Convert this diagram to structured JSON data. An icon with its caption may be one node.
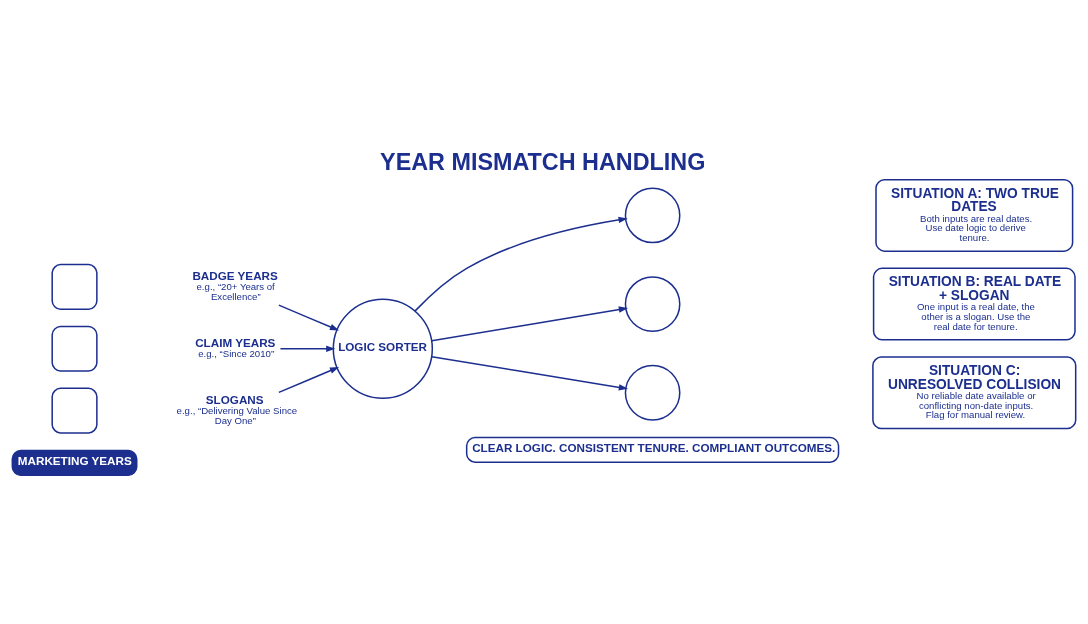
{
  "diagram": {
    "title": "YEAR MISMATCH HANDLING",
    "nodes": [
      {
        "text": [
          "MARKETING YEARS"
        ]
      },
      {
        "text": [],
        "shape": "box"
      },
      {
        "text": [
          "BADGE YEARS",
          "e.g., “20+ Years of Excellence”"
        ]
      },
      {
        "text": [],
        "shape": "box"
      },
      {
        "text": [
          "CLAIM YEARS",
          "e.g., “Since 2010”"
        ]
      },
      {
        "text": [],
        "shape": "box"
      },
      {
        "text": [
          "SLOGANS",
          "e.g., “Delivering Value Since Day One”"
        ]
      },
      {
        "text": [
          "LOGIC SORTER"
        ]
      },
      {
        "text": [],
        "shape": "circle"
      },
      {
        "text": [
          "SITUATION A: TWO TRUE DATES",
          "Both inputs are real dates. Use date logic to derive tenure."
        ]
      },
      {
        "text": [],
        "shape": "circle"
      },
      {
        "text": [
          "SITUATION B: REAL DATE + SLOGAN",
          "One input is a real date, the other is a slogan. Use the real date for tenure."
        ]
      },
      {
        "text": [],
        "shape": "circle"
      },
      {
        "text": [
          "SITUATION C: UNRESOLVED COLLISION",
          "No reliable date available or conflicting non-date inputs. Flag for manual review."
        ]
      },
      {
        "text": [
          "CLEAR LOGIC. CONSISTENT TENURE. COMPLIANT OUTCOMES."
        ]
      }
    ],
    "edges": [
      {
        "from": 2,
        "to": 7,
        "arrow": "to"
      },
      {
        "from": 4,
        "to": 7,
        "arrow": "to"
      },
      {
        "from": 6,
        "to": 7,
        "arrow": "to"
      },
      {
        "from": 7,
        "to": 8,
        "arrow": "to"
      },
      {
        "from": 7,
        "to": 10,
        "arrow": "to"
      },
      {
        "from": 7,
        "to": 12,
        "arrow": "to"
      }
    ]
  }
}
